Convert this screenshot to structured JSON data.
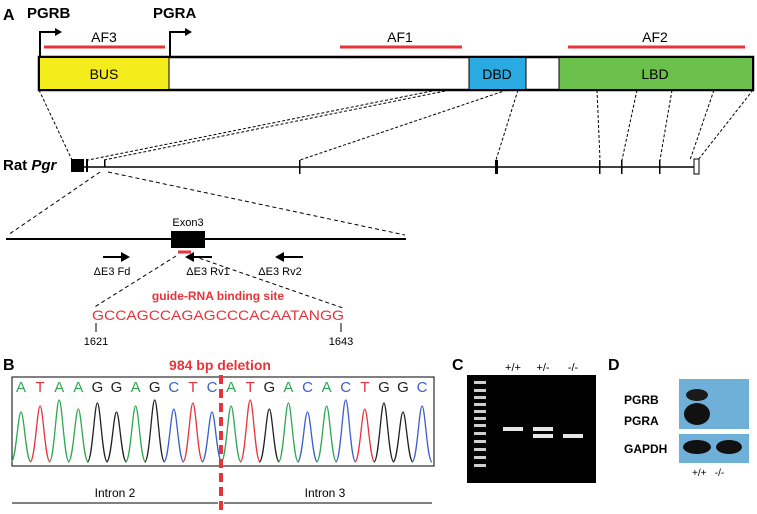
{
  "panels": {
    "a": "A",
    "b": "B",
    "c": "C",
    "d": "D"
  },
  "panel_a": {
    "promoter_b": "PGRB",
    "promoter_a": "PGRA",
    "af3": "AF3",
    "af1": "AF1",
    "af2": "AF2",
    "domains": {
      "bus": "BUS",
      "dbd": "DBD",
      "lbd": "LBD"
    },
    "gene_label_prefix": "Rat ",
    "gene_label_italic": "Pgr",
    "exon_label": "Exon3",
    "primers": {
      "fd": "ΔE3 Fd",
      "rv1": "ΔE3 Rv1",
      "rv2": "ΔE3 Rv2"
    },
    "guide_title": "guide-RNA binding site",
    "guide_sequence": "GCCAGCCAGAGCCCACAATANGG",
    "pos_start": "1621",
    "pos_end": "1643"
  },
  "panel_b": {
    "deletion_label": "984 bp deletion",
    "bases": [
      "A",
      "T",
      "A",
      "A",
      "G",
      "G",
      "A",
      "G",
      "C",
      "T",
      "C",
      "A",
      "T",
      "G",
      "A",
      "C",
      "A",
      "C",
      "T",
      "G",
      "G",
      "C"
    ],
    "intron_left": "Intron 2",
    "intron_right": "Intron 3"
  },
  "panel_c": {
    "lanes": [
      "+/+",
      "+/-",
      "-/-"
    ]
  },
  "panel_d": {
    "band_pgrb": "PGRB",
    "band_pgra": "PGRA",
    "band_gapdh": "GAPDH",
    "lanes": "+/+   -/-"
  },
  "colors": {
    "bus": "#f5ec1b",
    "dbd": "#29abe2",
    "lbd": "#6ac04b",
    "af_bar": "#e8333a",
    "guide": "#e8333a",
    "base_A": "#2ca84f",
    "base_T": "#e8333a",
    "base_G": "#222222",
    "base_C": "#3a5fcd",
    "blot_bg": "#6fb0d8"
  }
}
